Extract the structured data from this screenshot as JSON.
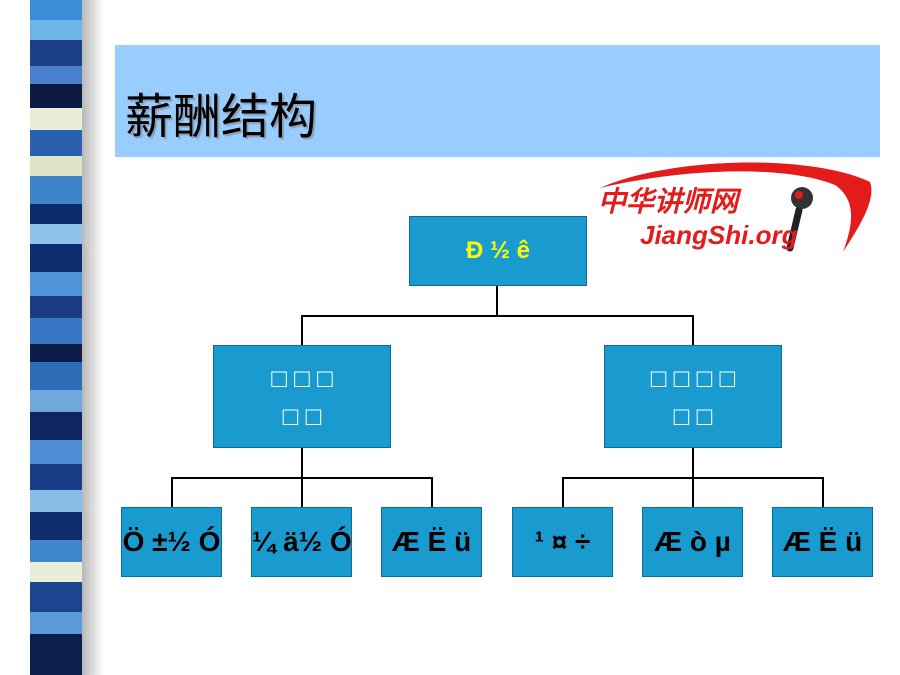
{
  "slide": {
    "title": "薪酬结构"
  },
  "logo": {
    "text_cn": "中华讲师网",
    "text_en": "JiangShi.org"
  },
  "org_chart": {
    "root": {
      "label": "Ð ½ ê"
    },
    "groups": [
      {
        "label": "□ □ □\n□ □",
        "children": [
          {
            "label": "Ö ±½ Ó"
          },
          {
            "label": "¼ ä½ Ó"
          },
          {
            "label": "Æ Ë ü"
          }
        ]
      },
      {
        "label": "□ □ □ □\n□ □",
        "children": [
          {
            "label": "¹ ¤ ÷"
          },
          {
            "label": "Æ ò µ"
          },
          {
            "label": "Æ Ë ü"
          }
        ]
      }
    ]
  },
  "colors": {
    "title_bar": "#99ccff",
    "box_fill": "#1a9bcf",
    "root_text": "#ffff00",
    "logo_red": "#e31b1b"
  }
}
